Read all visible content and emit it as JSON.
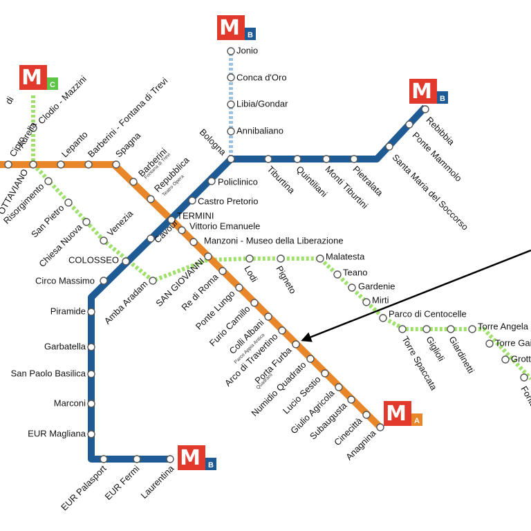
{
  "colors": {
    "line_a": "#E8862A",
    "line_b": "#1E5B95",
    "line_b1": "#9CC0DD",
    "line_c": "#9EE06A",
    "logo_red": "#E1392B",
    "pointer": "#000000"
  },
  "logos": [
    {
      "letter": "M",
      "sub": "B",
      "sub_color": "#1E5B95"
    },
    {
      "letter": "M",
      "sub": "C",
      "sub_color": "#5CC447"
    },
    {
      "letter": "M",
      "sub": "B",
      "sub_color": "#1E5B95"
    },
    {
      "letter": "M",
      "sub": "A",
      "sub_color": "#E8862A"
    },
    {
      "letter": "M",
      "sub": "B",
      "sub_color": "#1E5B95"
    }
  ],
  "stations": {
    "line_a": [
      "Aurelia",
      "Cipro",
      "OTTAVIANO",
      "Lepanto",
      "Barberini - Fontana di Trevi",
      "Spagna",
      "Barberini",
      "Repubblica",
      "TERMINI",
      "Vittorio Emanuele",
      "Manzoni - Museo della Liberazione",
      "SAN GIOVANNI",
      "Re di Roma",
      "Ponte Lungo",
      "Furio Camillo",
      "Colli Albani",
      "Arco di Travertino",
      "Porta Furba",
      "Numidio Quadrato",
      "Lucio Sestio",
      "Giulio Agricola",
      "Subaugusta",
      "Cinecittà",
      "Anagnina"
    ],
    "line_a_subs": [
      "Fontana di Trevi",
      "Teatro Opera",
      "Parco Appia Antica",
      "Quadraro"
    ],
    "line_b": [
      "Rebibbia",
      "Ponte Mammolo",
      "Santa Maria del Soccorso",
      "Pietralata",
      "Monti Tiburtini",
      "Quintiliani",
      "Tiburtina",
      "Bologna",
      "Policlinico",
      "Castro Pretorio",
      "TERMINI",
      "Cavour",
      "COLOSSEO",
      "Circo Massimo",
      "Piramide",
      "Garbatella",
      "San Paolo Basilica",
      "Marconi",
      "EUR Magliana",
      "EUR Palasport",
      "EUR Fermi",
      "Laurentina"
    ],
    "line_b1": [
      "Jonio",
      "Conca d'Oro",
      "Libia/Gondar",
      "Annibaliano"
    ],
    "line_c": [
      "Clodio - Mazzini",
      "Risorgimento",
      "San Pietro",
      "Chiesa Nuova",
      "Venezia",
      "Amba Aradam",
      "Lodi",
      "Pigneto",
      "Malatesta",
      "Teano",
      "Gardenie",
      "Mirti",
      "Parco di Centocelle",
      "Torre Spaccata",
      "Giglioli",
      "Giardinetti",
      "Torre Angela",
      "Torre Gaia",
      "Grotte Celoni",
      "Fontana Candida"
    ]
  },
  "fragments": {
    "left_edge": "di"
  }
}
